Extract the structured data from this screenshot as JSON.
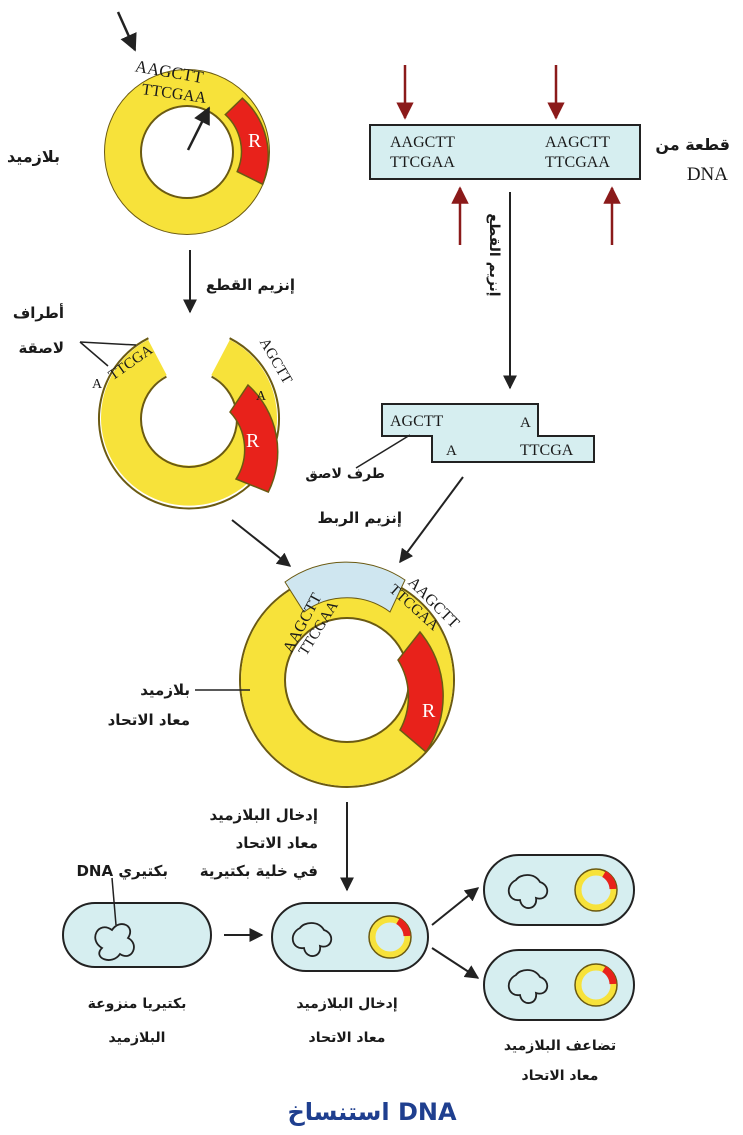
{
  "title": "استنساخ DNA",
  "colors": {
    "plasmid_yellow": "#f7e23a",
    "plasmid_stroke": "#6b5a12",
    "r_segment": "#e8221b",
    "dna_box": "#d6eef0",
    "dna_insert": "#cfe6f0",
    "arrow_red": "#8b1a1a",
    "title_blue": "#1f3f8f"
  },
  "labels": {
    "plasmid": "بلازميد",
    "dna_fragment_line1": "قطعة من",
    "dna_fragment_line2": "DNA",
    "cutting_enzyme_left": "إنزيم القطع",
    "cutting_enzyme_right": "إنزيم القطع",
    "sticky_ends_line1": "أطراف",
    "sticky_ends_line2": "لاصقة",
    "sticky_end": "طرف لاصق",
    "ligase": "إنزيم الربط",
    "recombinant_line1": "بلازميد",
    "recombinant_line2": "معاد الاتحاد",
    "insert_line1": "إدخال البلازميد",
    "insert_line2": "معاد الاتحاد",
    "insert_line3": "في خلية بكتيرية",
    "bacterial_dna": "DNA بكتيري",
    "bacteria_removed_line1": "بكتيريا منزوعة",
    "bacteria_removed_line2": "البلازميد",
    "insertion_line1": "إدخال البلازميد",
    "insertion_line2": "معاد الاتحاد",
    "replication_line1": "تضاعف البلازميد",
    "replication_line2": "معاد الاتحاد"
  },
  "sequences": {
    "top_strand": "AAGCTT",
    "bottom_strand": "TTCGAA",
    "frag_top": "AGCTT",
    "frag_top_a": "A",
    "frag_bottom_a": "A",
    "frag_bottom": "TTCGA",
    "open_left": "TTCGA",
    "open_left_a": "A",
    "open_right": "AGCTT",
    "open_right_a": "A",
    "recomb_left_top": "AAGCTT",
    "recomb_left_bottom": "TTCGAA",
    "recomb_right_top": "AAGCTT",
    "recomb_right_bottom": "TTCGAA"
  },
  "r_label": "R"
}
